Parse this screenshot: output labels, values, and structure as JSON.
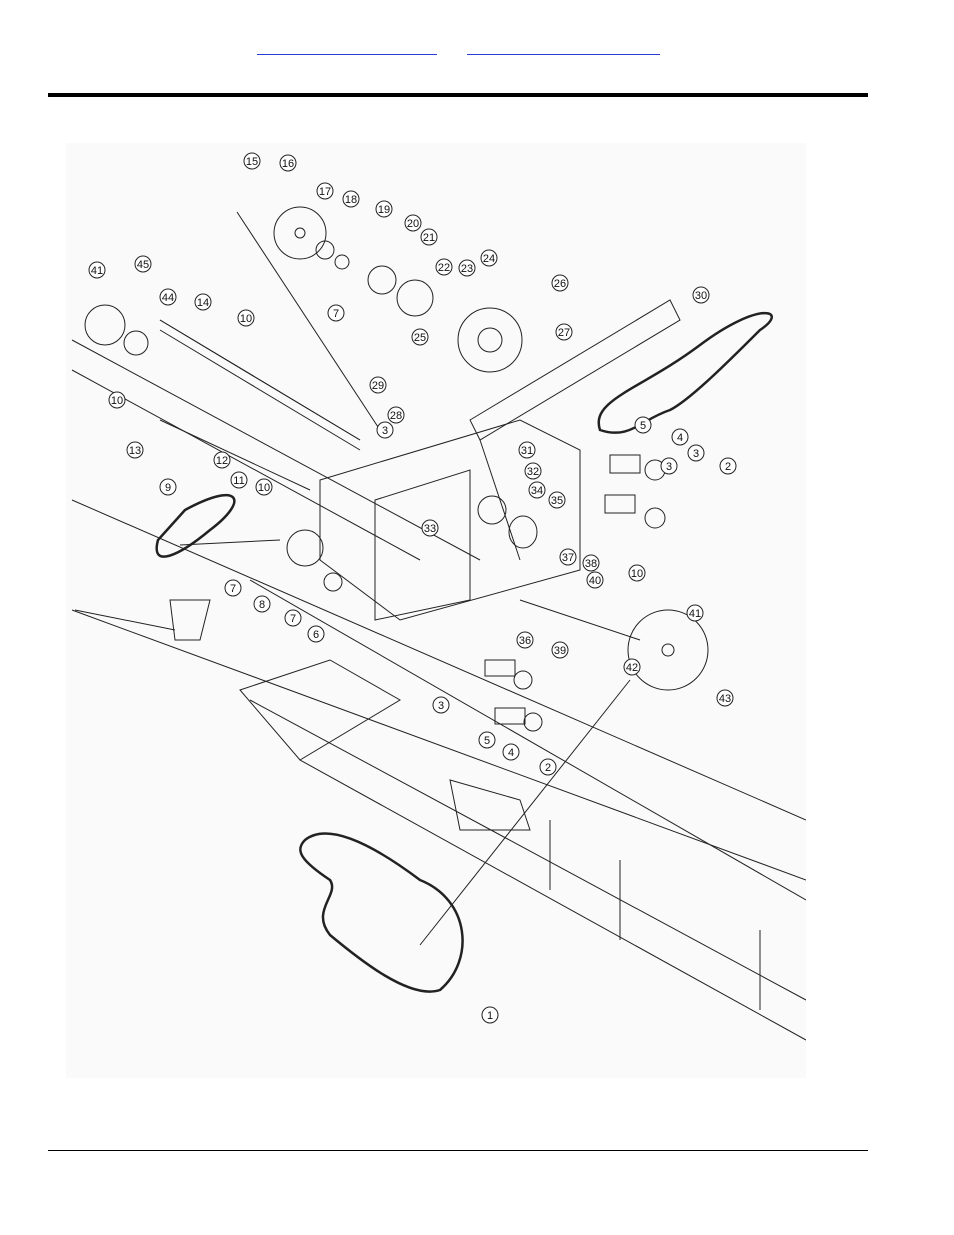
{
  "header": {
    "link_left": "",
    "link_right": ""
  },
  "callouts": [
    {
      "n": "1"
    },
    {
      "n": "2"
    },
    {
      "n": "2"
    },
    {
      "n": "3"
    },
    {
      "n": "3"
    },
    {
      "n": "3"
    },
    {
      "n": "3"
    },
    {
      "n": "4"
    },
    {
      "n": "4"
    },
    {
      "n": "5"
    },
    {
      "n": "5"
    },
    {
      "n": "6"
    },
    {
      "n": "7"
    },
    {
      "n": "7"
    },
    {
      "n": "7"
    },
    {
      "n": "8"
    },
    {
      "n": "9"
    },
    {
      "n": "10"
    },
    {
      "n": "10"
    },
    {
      "n": "10"
    },
    {
      "n": "10"
    },
    {
      "n": "11"
    },
    {
      "n": "12"
    },
    {
      "n": "13"
    },
    {
      "n": "14"
    },
    {
      "n": "15"
    },
    {
      "n": "16"
    },
    {
      "n": "17"
    },
    {
      "n": "18"
    },
    {
      "n": "19"
    },
    {
      "n": "20"
    },
    {
      "n": "21"
    },
    {
      "n": "22"
    },
    {
      "n": "23"
    },
    {
      "n": "24"
    },
    {
      "n": "25"
    },
    {
      "n": "26"
    },
    {
      "n": "27"
    },
    {
      "n": "28"
    },
    {
      "n": "29"
    },
    {
      "n": "30"
    },
    {
      "n": "31"
    },
    {
      "n": "32"
    },
    {
      "n": "33"
    },
    {
      "n": "34"
    },
    {
      "n": "35"
    },
    {
      "n": "36"
    },
    {
      "n": "37"
    },
    {
      "n": "38"
    },
    {
      "n": "39"
    },
    {
      "n": "40"
    },
    {
      "n": "41"
    },
    {
      "n": "41"
    },
    {
      "n": "42"
    },
    {
      "n": "43"
    },
    {
      "n": "44"
    },
    {
      "n": "45"
    }
  ]
}
